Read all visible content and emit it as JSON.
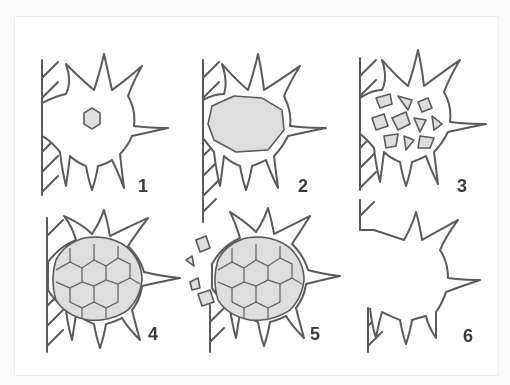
{
  "figure": {
    "panels": [
      {
        "label": "1"
      },
      {
        "label": "2"
      },
      {
        "label": "3"
      },
      {
        "label": "4"
      },
      {
        "label": "5"
      },
      {
        "label": "6"
      }
    ]
  },
  "colors": {
    "outline": "#5a5a5a",
    "fill_shaded": "#dedede",
    "background": "#ffffff"
  }
}
